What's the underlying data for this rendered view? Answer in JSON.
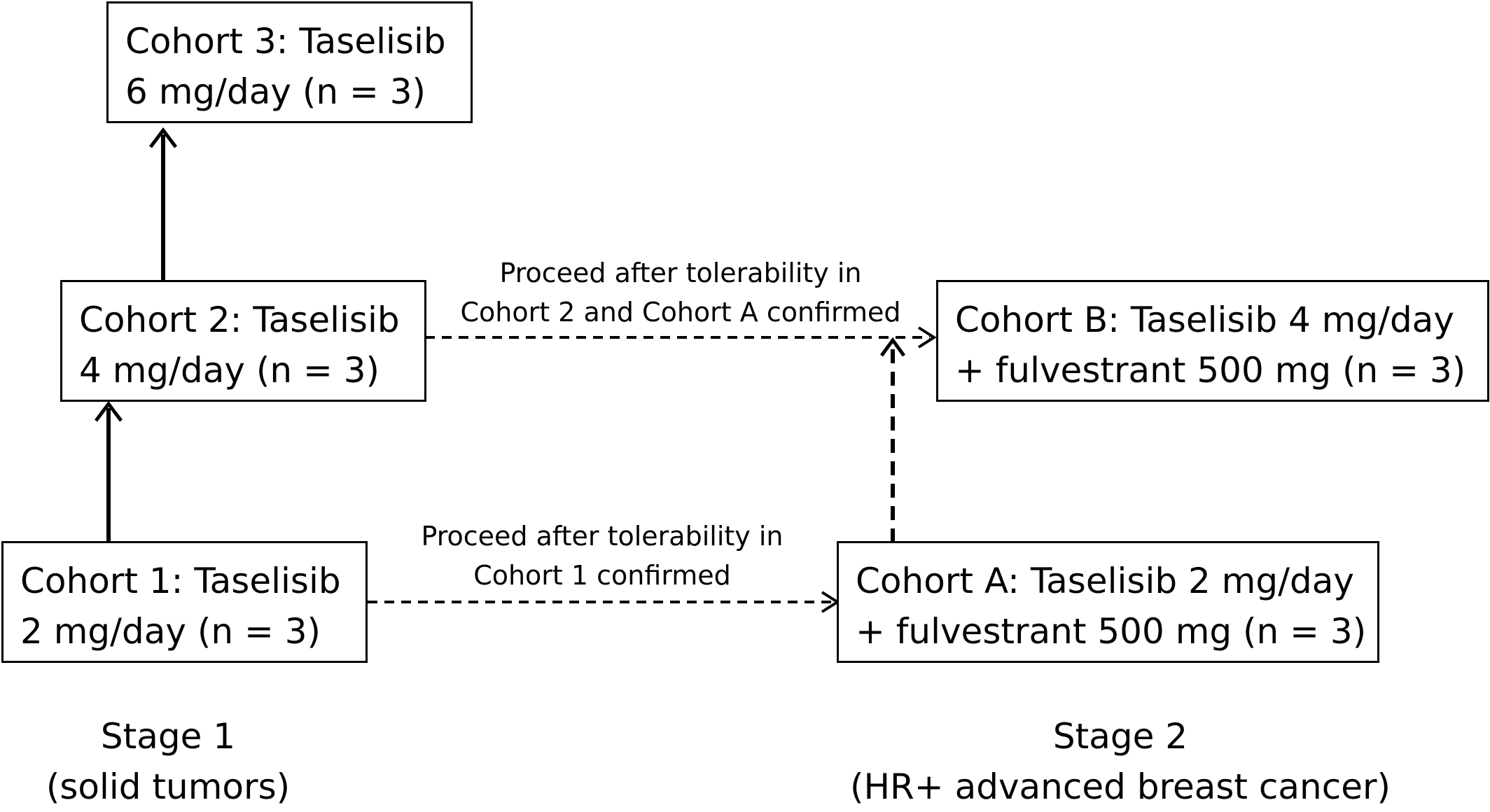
{
  "cohorts": {
    "c3": {
      "line1": "Cohort 3: Taselisib",
      "line2": "6 mg/day (n = 3)"
    },
    "c2": {
      "line1": "Cohort 2: Taselisib",
      "line2": "4 mg/day (n = 3)"
    },
    "c1": {
      "line1": "Cohort 1: Taselisib",
      "line2": "2 mg/day (n = 3)"
    },
    "cb": {
      "line1": "Cohort B: Taselisib 4 mg/day",
      "line2": "+ fulvestrant 500 mg (n = 3)"
    },
    "ca": {
      "line1": "Cohort A: Taselisib 2 mg/day",
      "line2": "+ fulvestrant 500 mg (n = 3)"
    }
  },
  "notes": {
    "top": {
      "line1": "Proceed after tolerability in",
      "line2": "Cohort 2 and Cohort A confirmed"
    },
    "bottom": {
      "line1": "Proceed after tolerability in",
      "line2": "Cohort 1 confirmed"
    }
  },
  "stages": {
    "s1": {
      "line1": "Stage 1",
      "line2": "(solid tumors)"
    },
    "s2": {
      "line1": "Stage 2",
      "line2": "(HR+ advanced breast cancer)"
    }
  }
}
